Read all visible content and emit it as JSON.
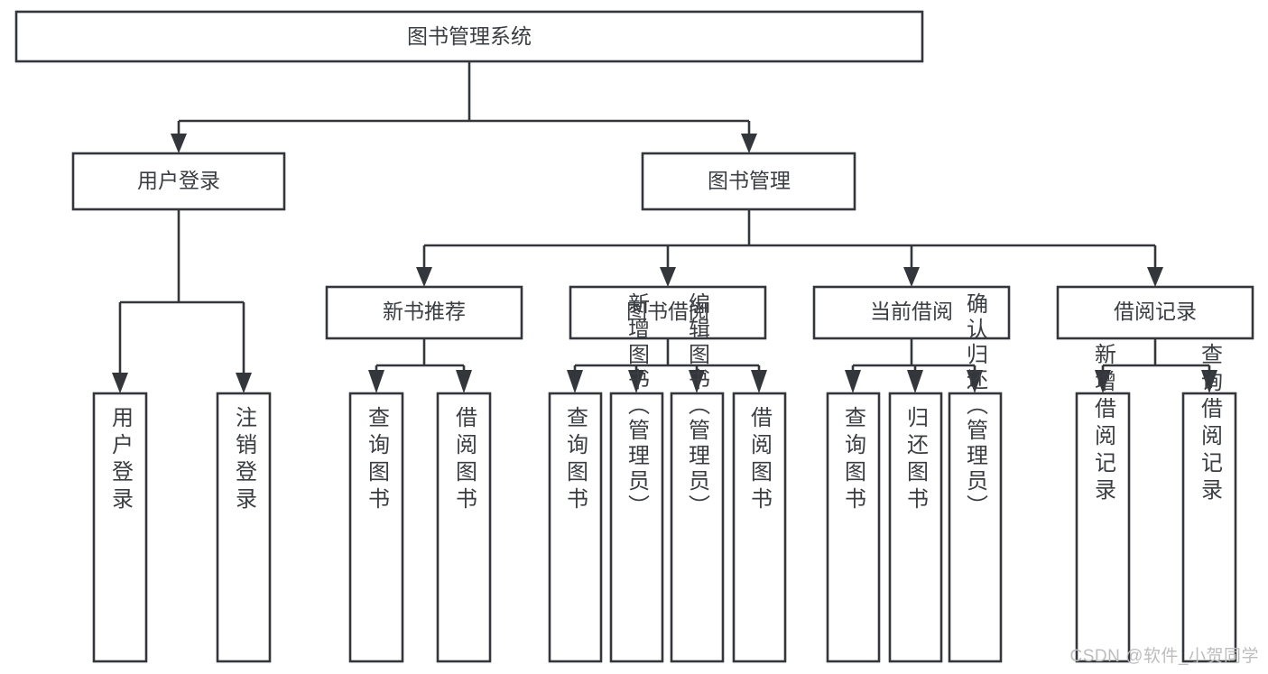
{
  "diagram": {
    "title": "图书管理系统",
    "type": "tree-hierarchy-chart",
    "orientation": "top-down",
    "colors": {
      "box_stroke": "#33363b",
      "box_fill": "#ffffff",
      "text": "#3a3d42",
      "background": "#ffffff",
      "watermark": "#bdbdbd"
    },
    "root": {
      "label": "图书管理系统"
    },
    "level2": [
      {
        "label": "用户登录"
      },
      {
        "label": "图书管理"
      }
    ],
    "level3": [
      {
        "label": "新书推荐"
      },
      {
        "label": "图书借阅"
      },
      {
        "label": "当前借阅"
      },
      {
        "label": "借阅记录"
      }
    ],
    "leaves": {
      "user_login": [
        {
          "label": "用户登录"
        },
        {
          "label": "注销登录"
        }
      ],
      "new_book_recommend": [
        {
          "label": "查询图书"
        },
        {
          "label": "借阅图书"
        }
      ],
      "book_borrow": [
        {
          "label": "查询图书"
        },
        {
          "label": "新增图书（管理员）"
        },
        {
          "label": "编辑图书（管理员）"
        },
        {
          "label": "借阅图书"
        }
      ],
      "current_borrow": [
        {
          "label": "查询图书"
        },
        {
          "label": "归还图书"
        },
        {
          "label": "确认归还（管理员）"
        }
      ],
      "borrow_record": [
        {
          "label": "新增借阅记录"
        },
        {
          "label": "查询借阅记录"
        }
      ]
    }
  },
  "watermark": {
    "text": "CSDN @软件_小贺同学"
  }
}
